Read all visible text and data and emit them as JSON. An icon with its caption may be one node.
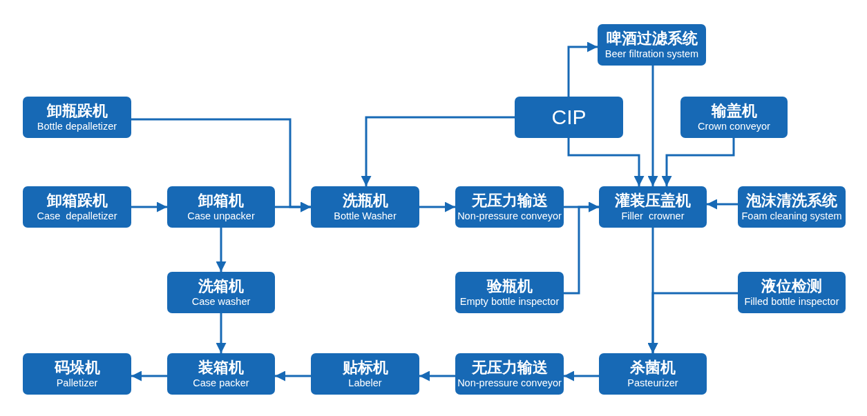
{
  "diagram": {
    "nodes": [
      {
        "text": [
          "啤酒过滤系统",
          "Beer filtration system"
        ]
      },
      {
        "text": [
          "卸瓶跺机",
          "Bottle depalletizer"
        ]
      },
      {
        "text": [
          "CIP"
        ]
      },
      {
        "text": [
          "输盖机",
          "Crown conveyor"
        ]
      },
      {
        "text": [
          "卸箱跺机",
          "Case  depalletizer"
        ]
      },
      {
        "text": [
          "卸箱机",
          "Case unpacker"
        ]
      },
      {
        "text": [
          "洗瓶机",
          "Bottle Washer"
        ]
      },
      {
        "text": [
          "无压力输送",
          "Non-pressure conveyor"
        ]
      },
      {
        "text": [
          "灌装压盖机",
          "Filler  crowner"
        ]
      },
      {
        "text": [
          "泡沫清洗系统",
          "Foam cleaning system"
        ]
      },
      {
        "text": [
          "洗箱机",
          "Case washer"
        ]
      },
      {
        "text": [
          "验瓶机",
          "Empty bottle inspector"
        ]
      },
      {
        "text": [
          "液位检测",
          "Filled bottle inspector"
        ]
      },
      {
        "text": [
          "码垛机",
          "Palletizer"
        ]
      },
      {
        "text": [
          "装箱机",
          "Case packer"
        ]
      },
      {
        "text": [
          "贴标机",
          "Labeler"
        ]
      },
      {
        "text": [
          "无压力输送",
          "Non-pressure conveyor"
        ]
      },
      {
        "text": [
          "杀菌机",
          "Pasteurizer"
        ]
      }
    ],
    "edges": [
      {
        "from": 1,
        "to": 6,
        "arrow": "to"
      },
      {
        "from": 2,
        "to": 0,
        "arrow": "to"
      },
      {
        "from": 2,
        "to": 6,
        "arrow": "to"
      },
      {
        "from": 2,
        "to": 8,
        "arrow": "to"
      },
      {
        "from": 0,
        "to": 8,
        "arrow": "to"
      },
      {
        "from": 3,
        "to": 8,
        "arrow": "to"
      },
      {
        "from": 4,
        "to": 5,
        "arrow": "to"
      },
      {
        "from": 5,
        "to": 6,
        "arrow": "to"
      },
      {
        "from": 6,
        "to": 7,
        "arrow": "to"
      },
      {
        "from": 7,
        "to": 8,
        "arrow": "to"
      },
      {
        "from": 9,
        "to": 8,
        "arrow": "to"
      },
      {
        "from": 11,
        "to": 8,
        "arrow": "to"
      },
      {
        "from": 5,
        "to": 10,
        "arrow": "to"
      },
      {
        "from": 8,
        "to": 17,
        "arrow": "to"
      },
      {
        "from": 12,
        "to": 17,
        "arrow": "to"
      },
      {
        "from": 10,
        "to": 14,
        "arrow": "to"
      },
      {
        "from": 17,
        "to": 16,
        "arrow": "to"
      },
      {
        "from": 16,
        "to": 15,
        "arrow": "to"
      },
      {
        "from": 15,
        "to": 14,
        "arrow": "to"
      },
      {
        "from": 14,
        "to": 13,
        "arrow": "to"
      }
    ]
  }
}
